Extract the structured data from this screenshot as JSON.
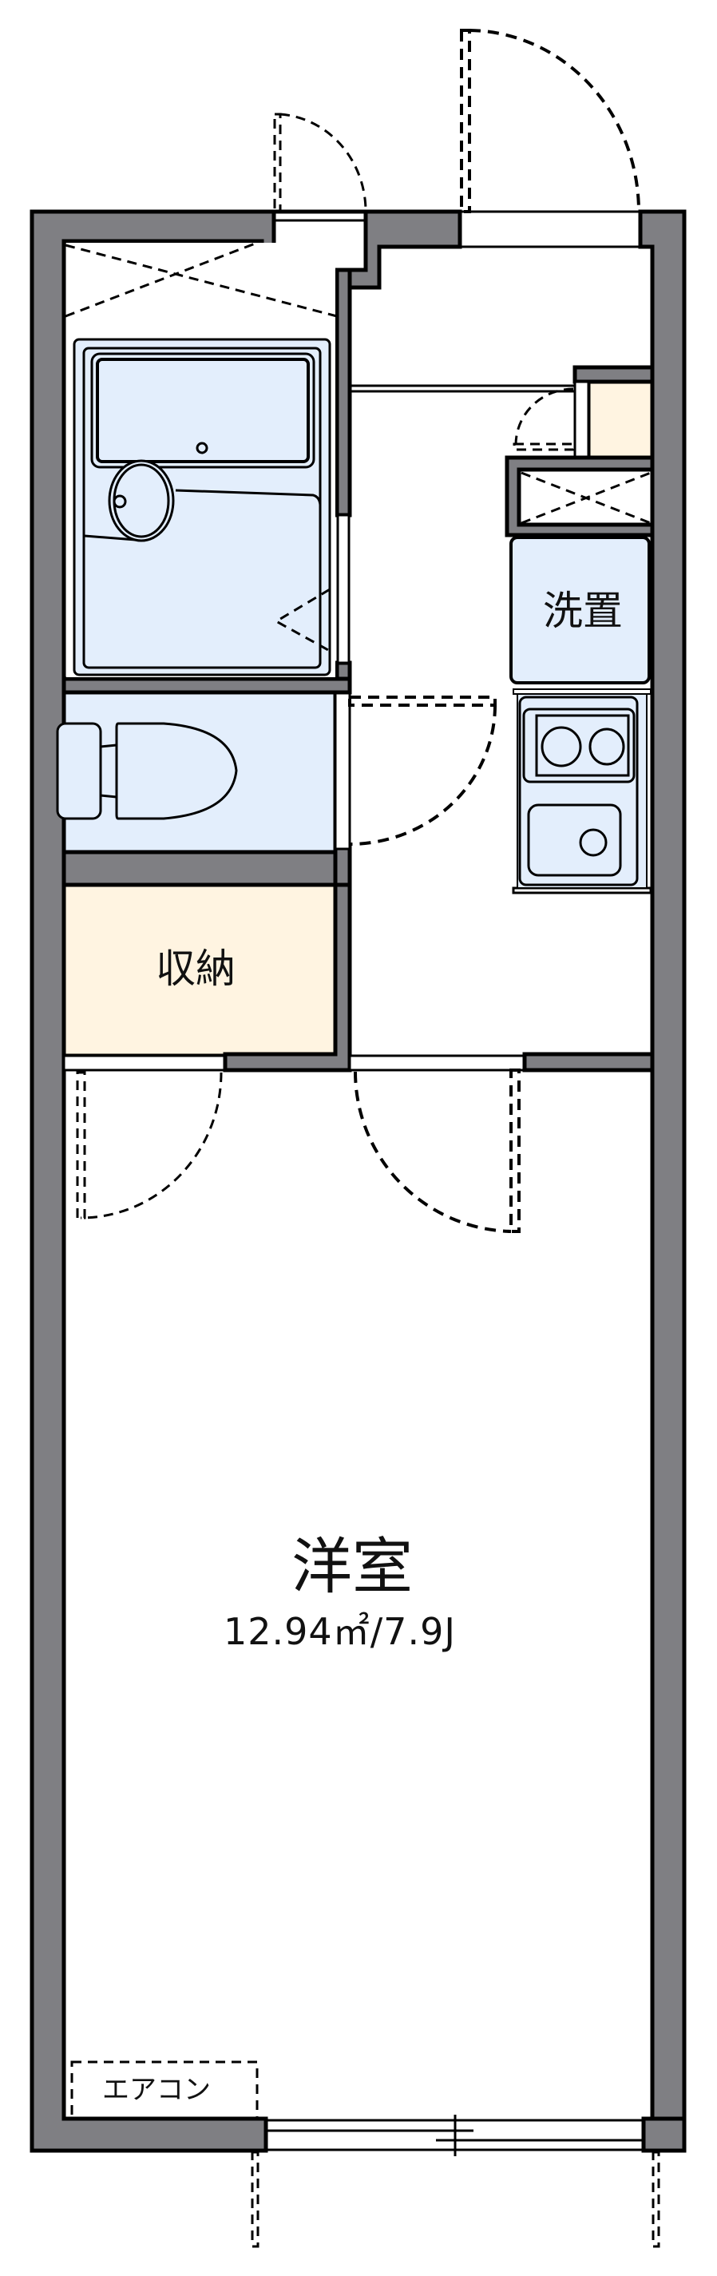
{
  "floor_plan": {
    "type": "1K apartment floor plan",
    "colors": {
      "wall": "#7f7f83",
      "wet_area": "#e3eefc",
      "storage": "#fff4e1",
      "background": "#ffffff",
      "line": "#000000"
    },
    "rooms": {
      "main_room": {
        "name": "洋室",
        "area": "12.94㎡/7.9J"
      },
      "storage": {
        "name": "収納"
      },
      "washer": {
        "name": "洗置"
      },
      "air_conditioner": {
        "name": "エアコン"
      }
    },
    "fixtures": [
      "unit-bath",
      "toilet",
      "two-burner-stove",
      "sink",
      "shoe-cabinet",
      "pipe-shaft",
      "washer-space"
    ],
    "doors": [
      "entrance-door",
      "window-door-top",
      "bath-folding-door",
      "toilet-door",
      "storage-door",
      "main-room-door",
      "shoe-cabinet-door",
      "balcony-sliding-window"
    ]
  }
}
